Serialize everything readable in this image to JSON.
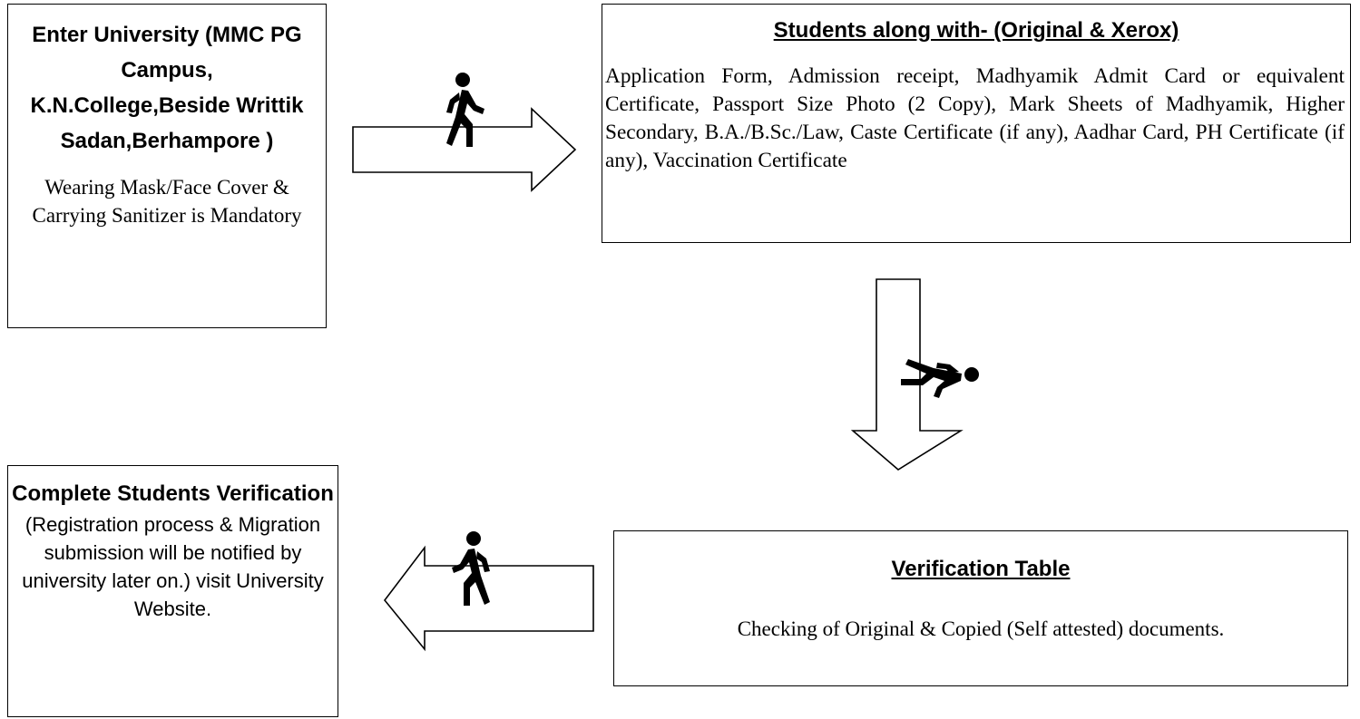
{
  "steps": {
    "enter": {
      "title": "Enter University (MMC PG Campus, K.N.College,Beside Writtik Sadan,Berhampore )",
      "note": "Wearing Mask/Face Cover & Carrying Sanitizer is Mandatory"
    },
    "documents": {
      "title": "Students along with- (Original & Xerox)",
      "body": "Application Form, Admission receipt, Madhyamik Admit Card or equivalent Certificate, Passport Size Photo (2 Copy), Mark Sheets of Madhyamik, Higher Secondary, B.A./B.Sc./Law, Caste Certificate (if any), Aadhar Card, PH Certificate (if any), Vaccination Certificate"
    },
    "verification": {
      "title": "Verification Table",
      "body": "Checking of Original & Copied (Self attested) documents."
    },
    "complete": {
      "title": "Complete Students Verification",
      "body": "(Registration process & Migration submission will be notified by university later on.) visit University Website."
    }
  },
  "arrows": [
    {
      "direction": "right",
      "icon": "walking-person-icon"
    },
    {
      "direction": "down",
      "icon": "walking-person-icon"
    },
    {
      "direction": "left",
      "icon": "walking-person-icon"
    }
  ]
}
